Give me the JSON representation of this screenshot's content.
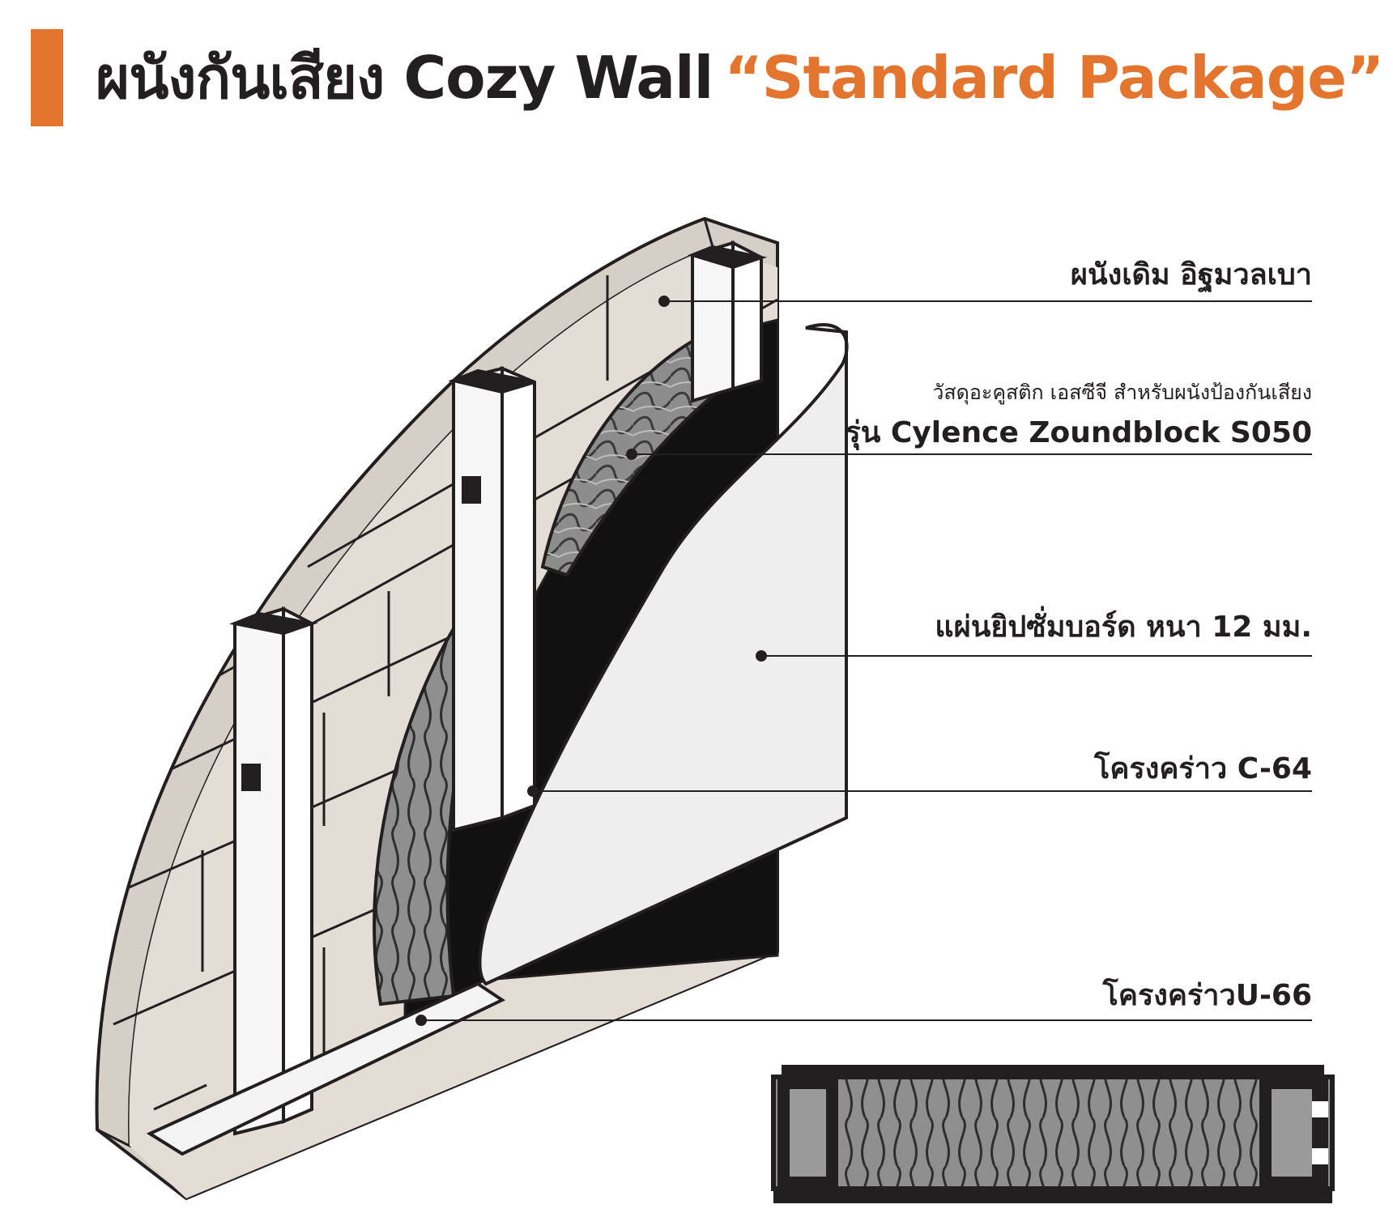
{
  "title": {
    "main": "ผนังกันเสียง Cozy Wall",
    "highlight": "“Standard Package”"
  },
  "colors": {
    "accent": "#e4752f",
    "text": "#231f20",
    "wall_tan": "#d6cfc7",
    "brick": "#e3ddd6",
    "gypsum": "#eeeeee",
    "insulation": "#8d8d8d",
    "membrane": "#111111"
  },
  "labels": [
    {
      "id": "existing-wall",
      "text": "ผนังเดิม อิฐมวลเบา"
    },
    {
      "id": "acoustic-material",
      "subtext": "วัสดุอะคูสติก เอสซีจี สำหรับผนังป้องกันเสียง",
      "text": "รุ่น Cylence Zoundblock S050"
    },
    {
      "id": "gypsum-board",
      "text": "แผ่นยิปซั่มบอร์ด หนา 12 มม."
    },
    {
      "id": "c-frame",
      "text": "โครงคร่าว C-64"
    },
    {
      "id": "u-frame",
      "text": "โครงคร่าวU-66"
    }
  ]
}
